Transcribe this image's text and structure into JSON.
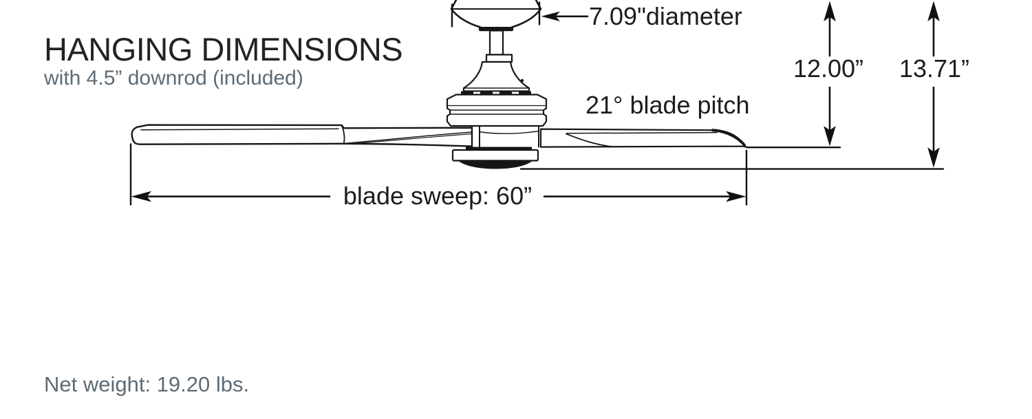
{
  "page": {
    "background": "#ffffff"
  },
  "colors": {
    "line": "#161616",
    "title_text": "#232323",
    "muted_text": "#5c6b75",
    "label_text": "#1d1d1b"
  },
  "header": {
    "title": "HANGING DIMENSIONS",
    "subtitle": "with 4.5” downrod (included)"
  },
  "diagram": {
    "subject": "ceiling-fan-side-view-technical-drawing",
    "labels": {
      "canopy_diameter": "7.09\"diameter",
      "blade_pitch": "21° blade pitch",
      "ceiling_to_blade_height": "12.00”",
      "ceiling_to_light_height": "13.71”",
      "blade_sweep": "blade sweep: 60”"
    }
  },
  "footer": {
    "net_weight": "Net weight: 19.20 lbs."
  }
}
